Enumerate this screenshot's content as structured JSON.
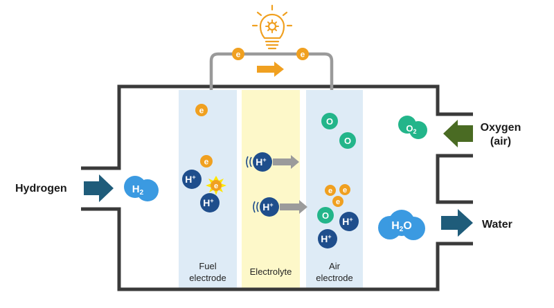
{
  "labels": {
    "hydrogen": "Hydrogen",
    "oxygen_line1": "Oxygen",
    "oxygen_line2": "(air)",
    "water": "Water",
    "fuel_electrode_line1": "Fuel",
    "fuel_electrode_line2": "electrode",
    "electrolyte": "Electrolyte",
    "air_electrode_line1": "Air",
    "air_electrode_line2": "electrode"
  },
  "particles": {
    "electron": "e",
    "proton_base": "H",
    "proton_charge": "+",
    "oxygen_atom": "O",
    "hydrogen_molecule_base": "H",
    "hydrogen_molecule_sub": "2",
    "oxygen_molecule_base": "O",
    "oxygen_molecule_sub": "2",
    "water_base": "H",
    "water_sub": "2",
    "water_tail": "O"
  },
  "icons": {
    "bulb": "lightbulb-gear-icon",
    "flow_arrow": "arrow-right-icon",
    "inlet_arrow": "arrow-left-icon"
  },
  "colors": {
    "outline": "#3a3a3a",
    "wire": "#9a9a9a",
    "electrode_fill": "#deebf6",
    "electrolyte_fill": "#fdf8c9",
    "electron": "#f0a020",
    "proton": "#1f4e8c",
    "oxygen_atom": "#23b58a",
    "hydrogen_molecule": "#3b9ae1",
    "water_molecule": "#3b9ae1",
    "flow_arrow_gray": "#9b9b9b",
    "electron_arrow": "#f0a020",
    "inlet_arrow_blue": "#1f5c7a",
    "inlet_arrow_green": "#4a6b23",
    "bulb": "#f0a020",
    "spark": "#ffe600"
  }
}
